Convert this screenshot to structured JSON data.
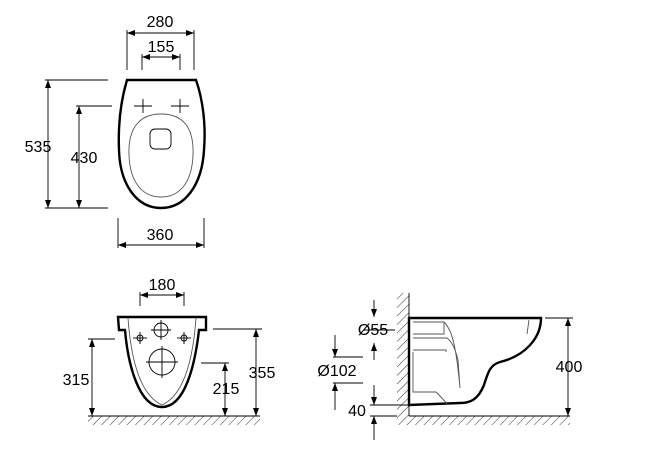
{
  "top_view": {
    "width_outer": "280",
    "width_holes": "155",
    "length_total": "535",
    "length_holes": "430",
    "width_max": "360"
  },
  "front_view": {
    "hole_spacing": "180",
    "height_left": "315",
    "height_outlet": "215",
    "height_rim": "355"
  },
  "side_view": {
    "inlet_diameter": "Ø55",
    "outlet_diameter": "Ø102",
    "floor_gap": "40",
    "height": "400"
  },
  "colors": {
    "line": "#000000",
    "background": "#ffffff"
  }
}
